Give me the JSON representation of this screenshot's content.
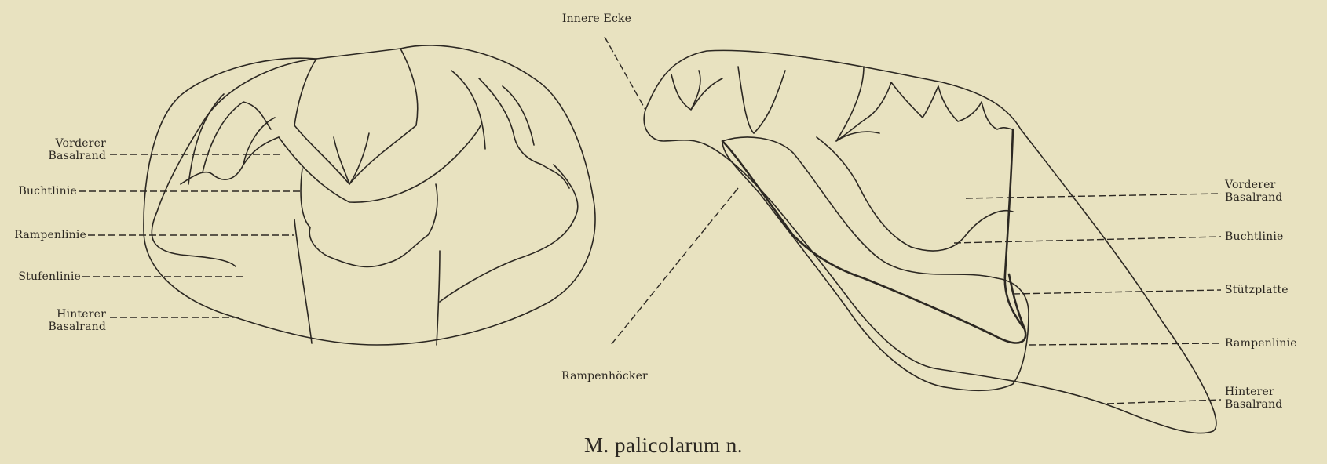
{
  "caption": "M. palicolarum n.",
  "left_labels": {
    "vorderer_basalrand": "Vorderer\nBasalrand",
    "buchtlinie": "Buchtlinie",
    "rampenlinie": "Rampenlinie",
    "stufenlinie": "Stufenlinie",
    "hinterer_basalrand": "Hinterer\nBasalrand"
  },
  "center_labels": {
    "innere_ecke": "Innere Ecke",
    "rampenhoecker": "Rampenhöcker"
  },
  "right_labels": {
    "vorderer_basalrand": "Vorderer\nBasalrand",
    "buchtlinie": "Buchtlinie",
    "stuetzplatte": "Stützplatte",
    "rampenlinie": "Rampenlinie",
    "hinterer_basalrand": "Hinterer\nBasalrand"
  }
}
